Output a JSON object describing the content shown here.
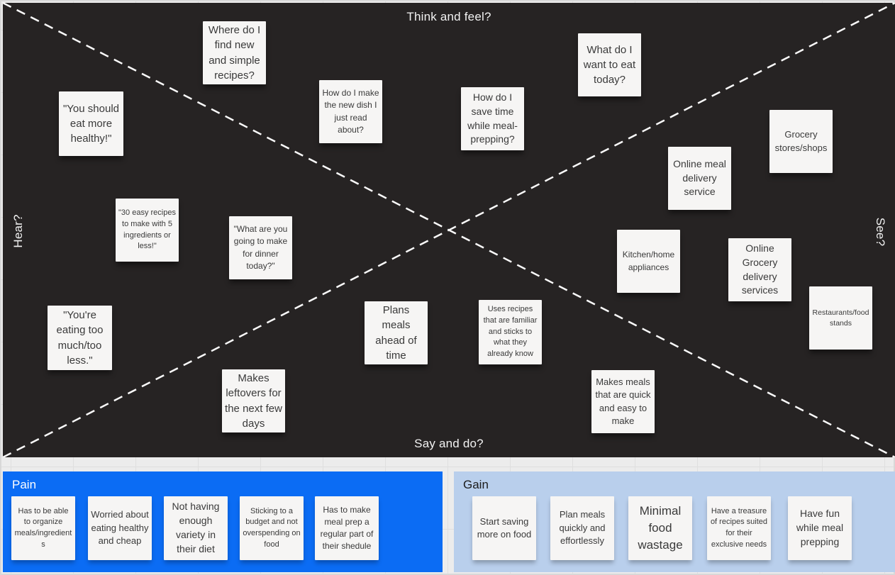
{
  "colors": {
    "board_background": "#262323",
    "pain_panel": "#0b6cf4",
    "gain_panel": "#b9cfec",
    "sticky_note": "#f6f5f4",
    "canvas_background": "#ececec",
    "dashed_line": "#fafafa"
  },
  "board": {
    "labels": {
      "top": "Think and feel?",
      "bottom": "Say and do?",
      "left": "Hear?",
      "right": "See?"
    },
    "notes": [
      {
        "text": "Where do I find new and simple recipes?"
      },
      {
        "text": "\"You should eat more healthy!\""
      },
      {
        "text": "How do I make the new dish I just read about?"
      },
      {
        "text": "How do I save time while meal-prepping?"
      },
      {
        "text": "What do I want to eat today?"
      },
      {
        "text": "Grocery stores/shops"
      },
      {
        "text": "Online meal delivery service"
      },
      {
        "text": "\"30 easy recipes to make with 5 ingredients or less!\""
      },
      {
        "text": "\"What are you going to make for dinner today?\""
      },
      {
        "text": "Kitchen/home appliances"
      },
      {
        "text": "Online Grocery delivery services"
      },
      {
        "text": "Restaurants/food stands"
      },
      {
        "text": "\"You're eating too much/too less.\""
      },
      {
        "text": "Plans meals ahead of time"
      },
      {
        "text": "Uses recipes that are familiar and sticks to what they already know"
      },
      {
        "text": "Makes leftovers for the next few days"
      },
      {
        "text": "Makes meals that are quick and easy to make"
      }
    ]
  },
  "pain": {
    "label": "Pain",
    "notes": [
      {
        "text": "Has to be able to organize meals/ingredients"
      },
      {
        "text": "Worried about eating healthy and cheap"
      },
      {
        "text": "Not having enough variety in their diet"
      },
      {
        "text": "Sticking to a budget and not overspending on food"
      },
      {
        "text": "Has to make meal prep a regular part of their shedule"
      }
    ]
  },
  "gain": {
    "label": "Gain",
    "notes": [
      {
        "text": "Start saving more on food"
      },
      {
        "text": "Plan meals quickly and effortlessly"
      },
      {
        "text": "Minimal food wastage"
      },
      {
        "text": "Have a treasure of recipes suited for their exclusive needs"
      },
      {
        "text": "Have fun while meal prepping"
      }
    ]
  }
}
